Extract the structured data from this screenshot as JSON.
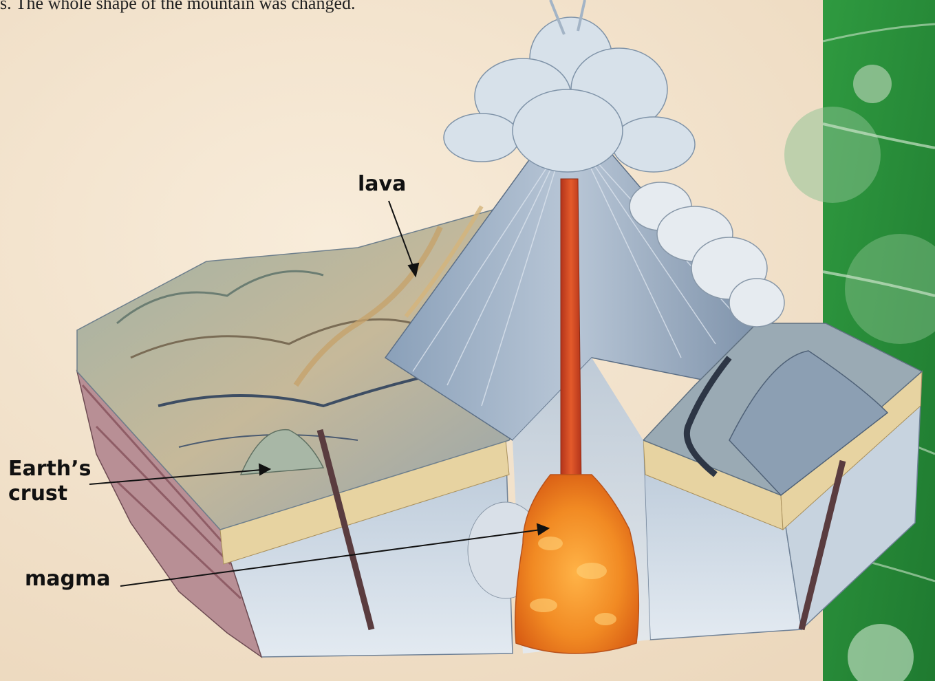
{
  "caption": "s.  The whole shape of the mountain was changed.",
  "labels": {
    "lava": "lava",
    "crust_line1": "Earth’s",
    "crust_line2": "crust",
    "magma": "magma"
  },
  "colors": {
    "page_background": "#f3e3cc",
    "side_panel": "#2f8a3a",
    "magma": "#f08a24",
    "magma_pipe": "#d9481c",
    "rock_layers": "#9fb2c6",
    "crust_band": "#e6d3a2",
    "ash_cloud": "#dfe6ee"
  }
}
